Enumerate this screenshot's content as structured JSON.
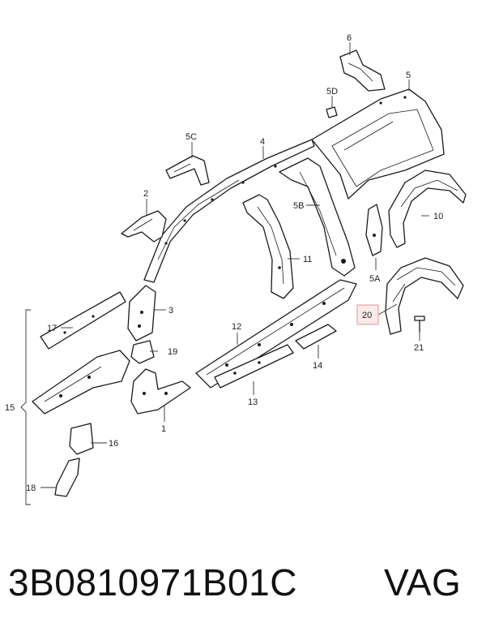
{
  "callouts": {
    "c1": "1",
    "c2": "2",
    "c3": "3",
    "c4": "4",
    "c5": "5",
    "c5A": "5A",
    "c5B": "5B",
    "c5C": "5C",
    "c5D": "5D",
    "c6": "6",
    "c10": "10",
    "c11": "11",
    "c12": "12",
    "c13": "13",
    "c14": "14",
    "c15": "15",
    "c16": "16",
    "c17": "17",
    "c18": "18",
    "c19": "19",
    "c20": "20",
    "c21": "21"
  },
  "highlight": {
    "callout": "20",
    "color": "#e8a4a4",
    "fill": "#fbeaea"
  },
  "caption": {
    "part_number": "3B0810971B01C",
    "brand": "VAG"
  }
}
